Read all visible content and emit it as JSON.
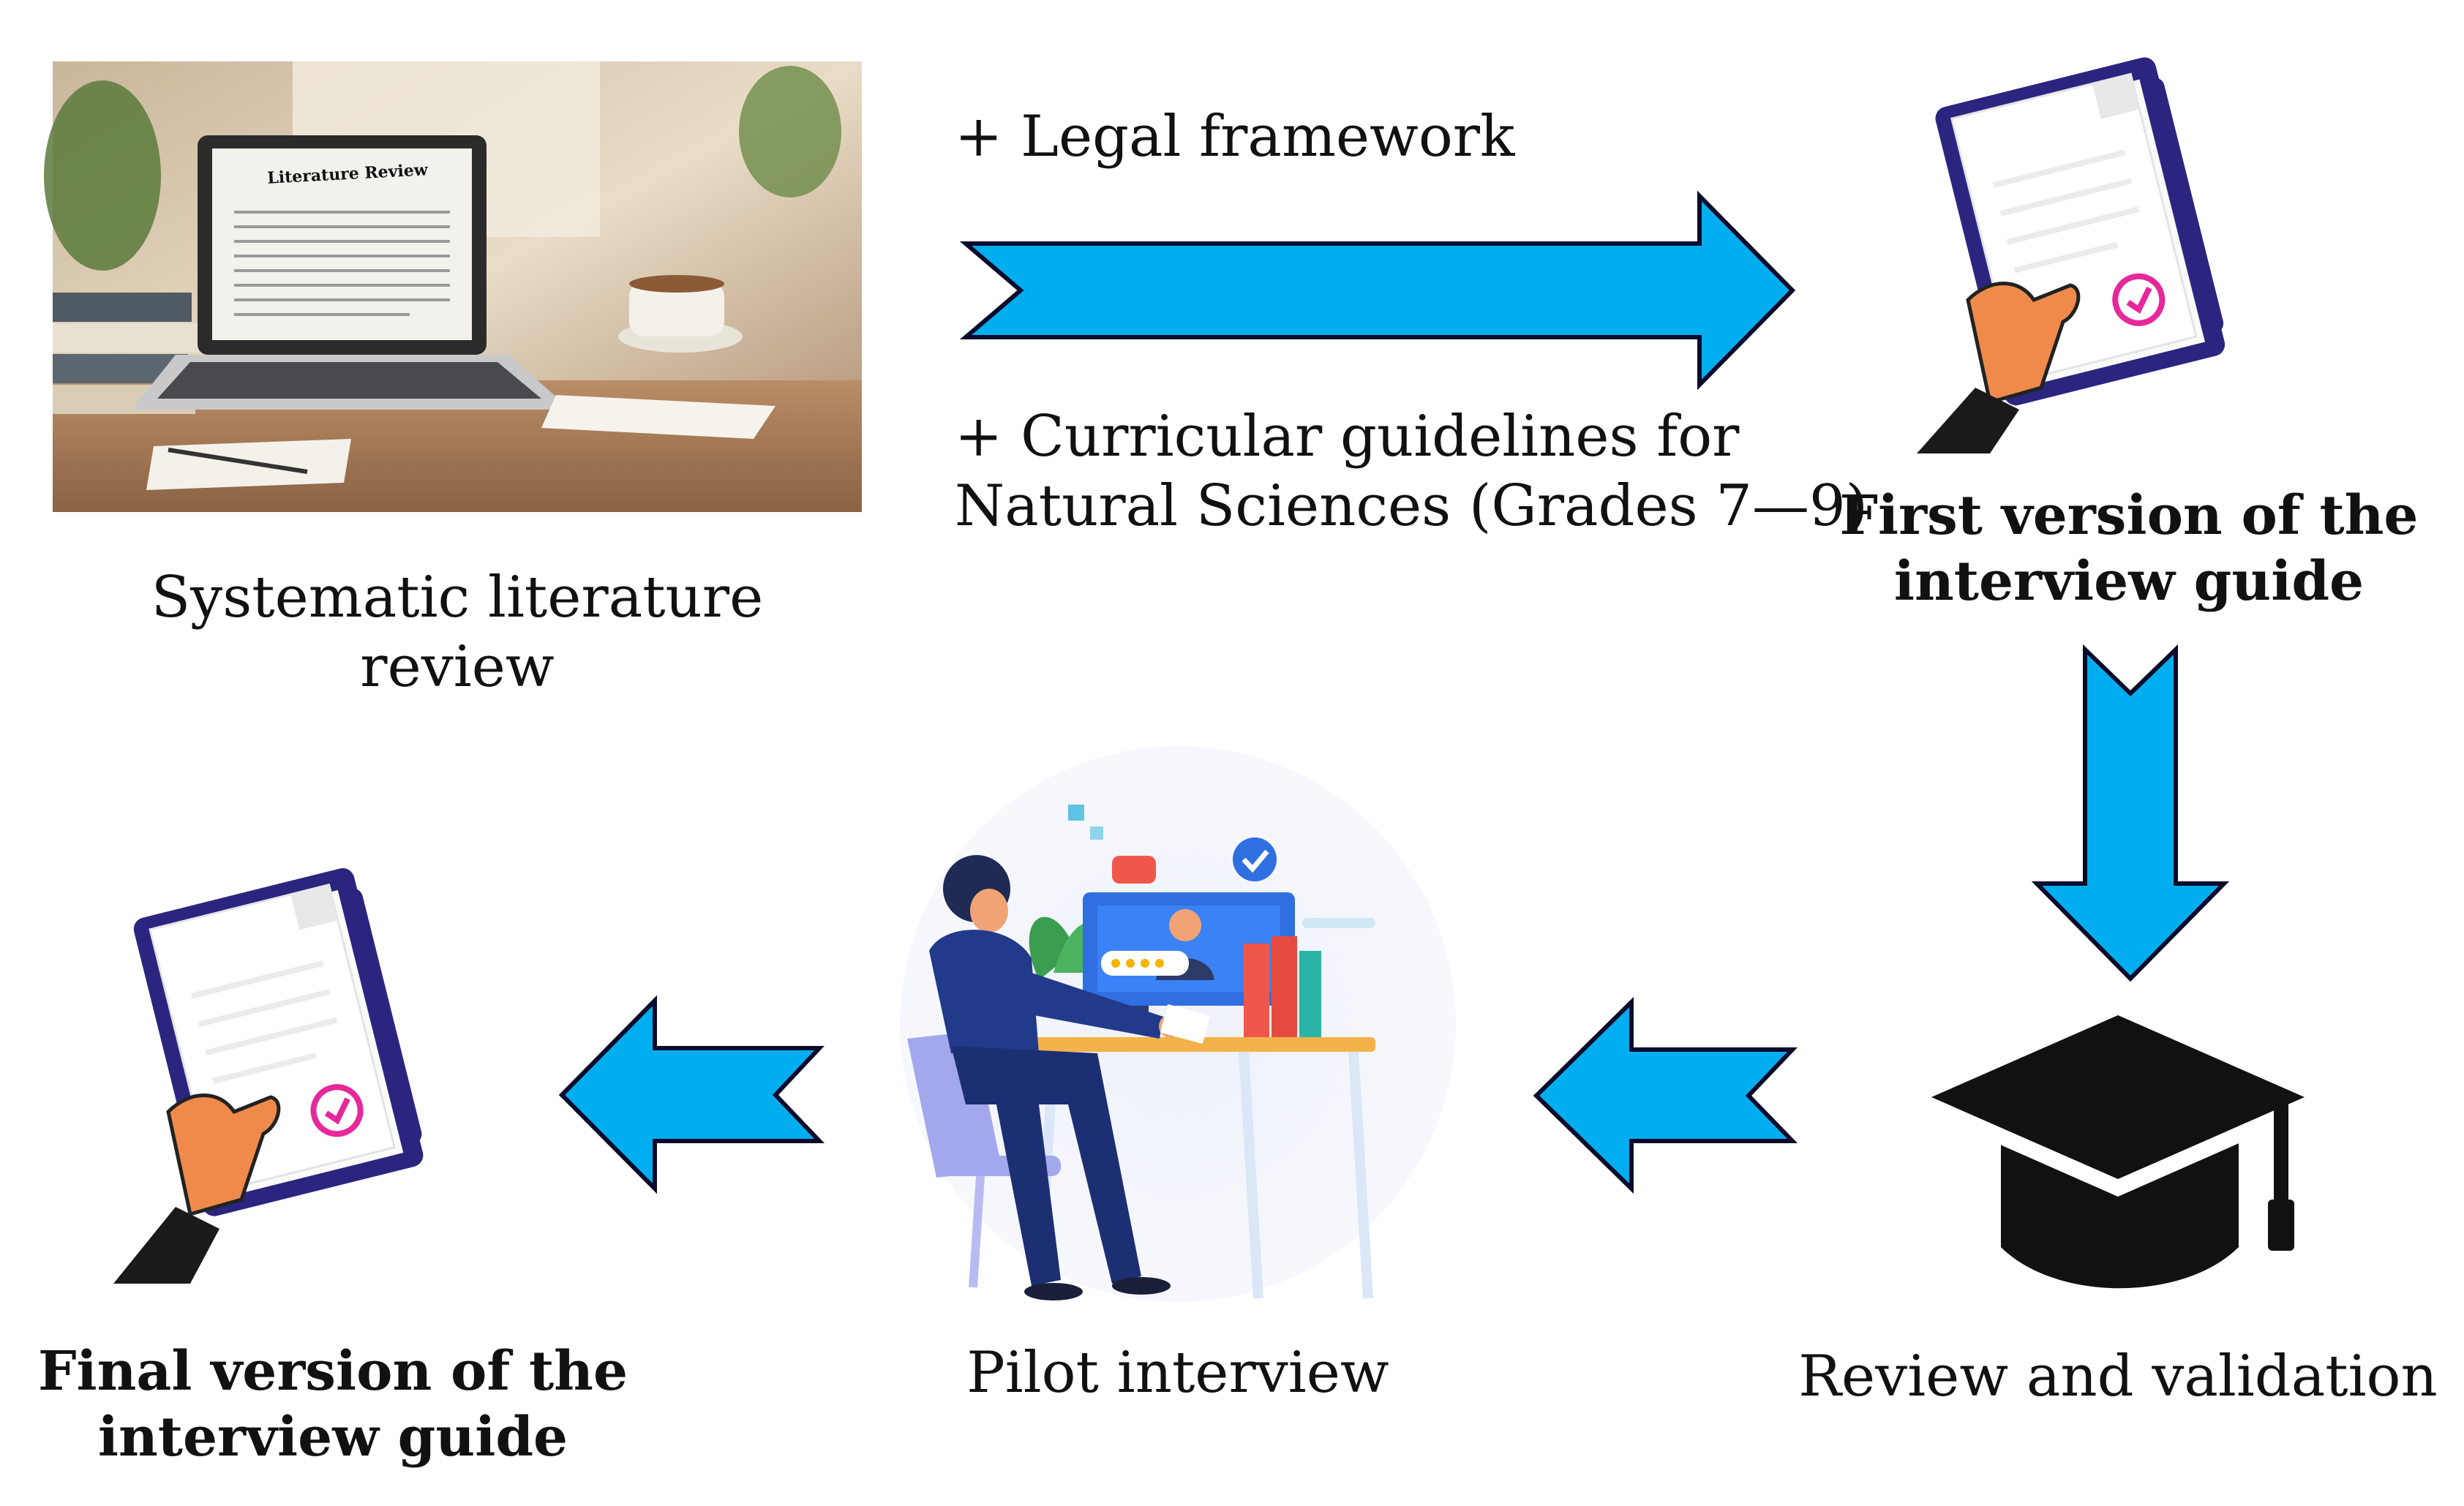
{
  "diagram": {
    "laptop_screen_heading": "Literature Review",
    "steps": {
      "literature_review": {
        "label": "Systematic literature\nreview"
      },
      "first_version": {
        "label": "First version of the\ninterview guide"
      },
      "review_validation": {
        "label": "Review and validation"
      },
      "pilot_interview": {
        "label": "Pilot interview"
      },
      "final_version": {
        "label": "Final version of the\ninterview guide"
      }
    },
    "arrow_notes": {
      "top_above": "+ Legal framework",
      "top_below": "+ Curricular guidelines for\nNatural Sciences (Grades 7—9)"
    },
    "colors": {
      "arrow_fill": "#00aeef",
      "arrow_stroke": "#0a0a2a",
      "clipboard": "#2b2580",
      "check": "#e6289a",
      "skin": "#f08a4b",
      "cap": "#111111"
    }
  }
}
